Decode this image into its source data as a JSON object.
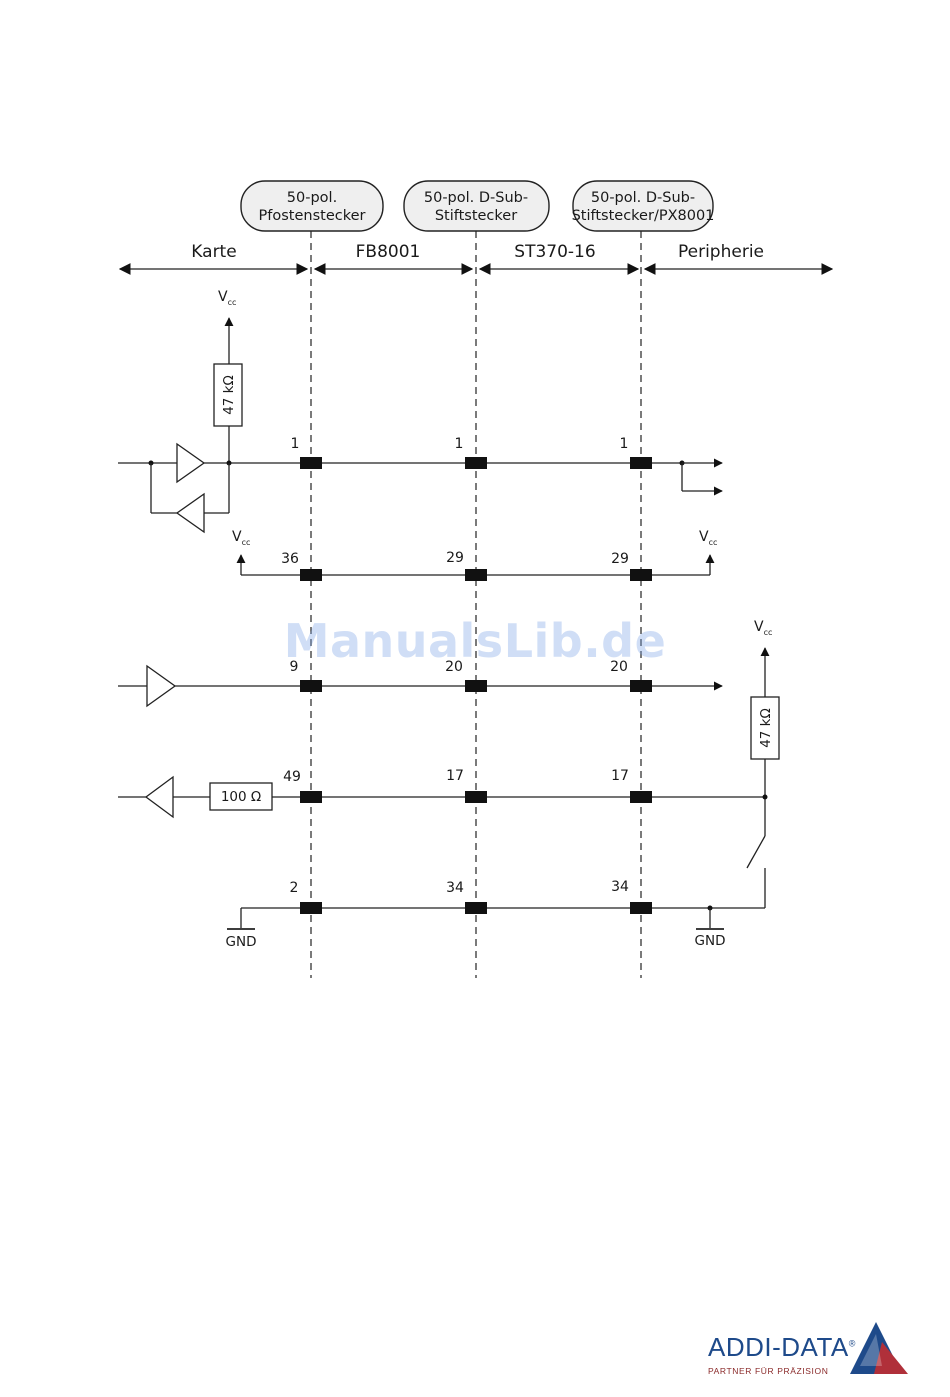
{
  "headers": {
    "pfosten": [
      "50-pol.",
      "Pfostenstecker"
    ],
    "dsub1": [
      "50-pol. D-Sub-",
      "Stiftstecker"
    ],
    "dsub2": [
      "50-pol. D-Sub-",
      "Stiftstecker/PX8001"
    ]
  },
  "zones": {
    "karte": "Karte",
    "fb": "FB8001",
    "st": "ST370-16",
    "peripherie": "Peripherie"
  },
  "components": {
    "vcc_main": "V",
    "vcc_sub": "cc",
    "r47": "47 kΩ",
    "r100": "100 Ω",
    "gnd": "GND"
  },
  "pins": {
    "row1": [
      "1",
      "1",
      "1"
    ],
    "row2": [
      "36",
      "29",
      "29"
    ],
    "row3": [
      "9",
      "20",
      "20"
    ],
    "row4": [
      "49",
      "17",
      "17"
    ],
    "row5": [
      "2",
      "34",
      "34"
    ]
  },
  "watermark": "ManualsLib.de",
  "logo": {
    "name": "ADDI-DATA",
    "reg": "®",
    "tagline": "PARTNER FÜR PRÄZISION",
    "colors": {
      "blue": "#1e4a8a",
      "red": "#b0303a"
    }
  }
}
